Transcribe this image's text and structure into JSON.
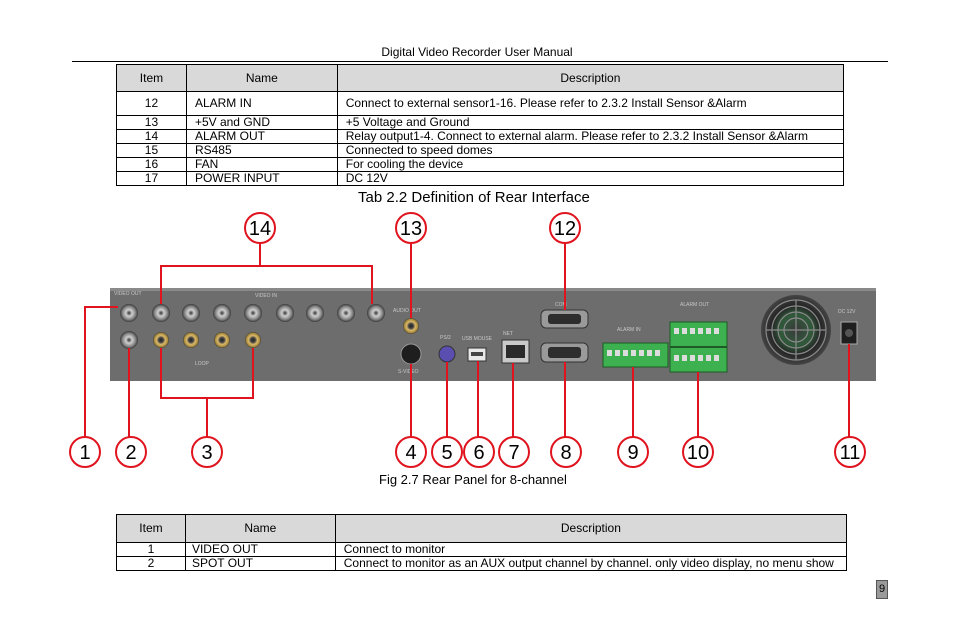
{
  "header": {
    "title": "Digital Video Recorder User Manual"
  },
  "table1": {
    "headers": [
      "Item",
      "Name",
      "Description"
    ],
    "rows": [
      [
        "12",
        "ALARM IN",
        "Connect to external sensor1-16. Please refer to 2.3.2 Install Sensor &Alarm"
      ],
      [
        "13",
        "+5V and GND",
        "+5 Voltage and Ground"
      ],
      [
        "14",
        "ALARM OUT",
        "Relay output1-4. Connect to external alarm. Please refer to 2.3.2 Install Sensor &Alarm"
      ],
      [
        "15",
        "RS485",
        "Connected to speed domes"
      ],
      [
        "16",
        "FAN",
        "For cooling the device"
      ],
      [
        "17",
        "POWER INPUT",
        "DC 12V"
      ]
    ]
  },
  "caption1": "Tab 2.2 Definition of Rear Interface",
  "figure": {
    "callouts": [
      "1",
      "2",
      "3",
      "4",
      "5",
      "6",
      "7",
      "8",
      "9",
      "10",
      "11",
      "12",
      "13",
      "14"
    ],
    "panel_labels": {
      "video_out": "VIDEO OUT",
      "video_in": "VIDEO IN",
      "loop": "LOOP",
      "audio_out": "AUDIO OUT",
      "svideo": "S-VIDEO",
      "ps2": "PS/2",
      "usb": "USB MOUSE",
      "net": "NET",
      "com": "COM",
      "alarm_in": "ALARM IN",
      "alarm_out": "ALARM OUT",
      "dc": "DC 12V"
    },
    "accent_color": "#e0141e"
  },
  "caption2": "Fig 2.7 Rear Panel for 8-channel",
  "table2": {
    "headers": [
      "Item",
      "Name",
      "Description"
    ],
    "rows": [
      [
        "1",
        "VIDEO OUT",
        "Connect to monitor"
      ],
      [
        "2",
        "SPOT OUT",
        "Connect to monitor as an AUX output channel by channel. only video display, no menu show"
      ]
    ]
  },
  "page_number": "9"
}
